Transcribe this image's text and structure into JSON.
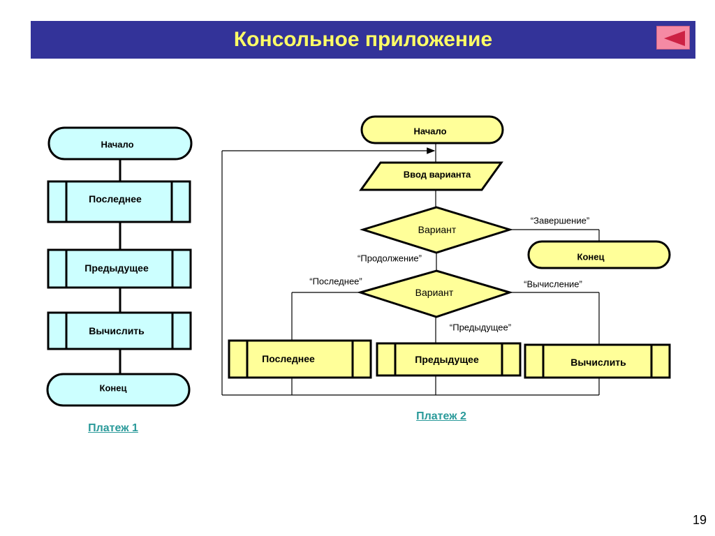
{
  "header": {
    "title": "Консольное приложение",
    "back_icon": "back-triangle-icon",
    "bar_color": "#333399",
    "title_color": "#FFFF66"
  },
  "diagram1": {
    "start": "Начало",
    "step_last": "Последнее",
    "step_prev": "Предыдущее",
    "step_calc": "Вычислить",
    "end": "Конец",
    "fill_color": "#CCFFFF"
  },
  "diagram2": {
    "start": "Начало",
    "input": "Ввод варианта",
    "decision1": "Вариант",
    "label_finish": "“Завершение”",
    "end": "Конец",
    "label_continue": "“Продолжение”",
    "decision2": "Вариант",
    "label_last": "“Последнее”",
    "label_calc": "“Вычисление”",
    "label_prev": "“Предыдущее”",
    "step_last": "Последнее",
    "step_prev": "Предыдущее",
    "step_calc": "Вычислить",
    "fill_color": "#FFFF99"
  },
  "links": {
    "payment1": "Платеж 1",
    "payment2": "Платеж 2"
  },
  "page_number": "19"
}
